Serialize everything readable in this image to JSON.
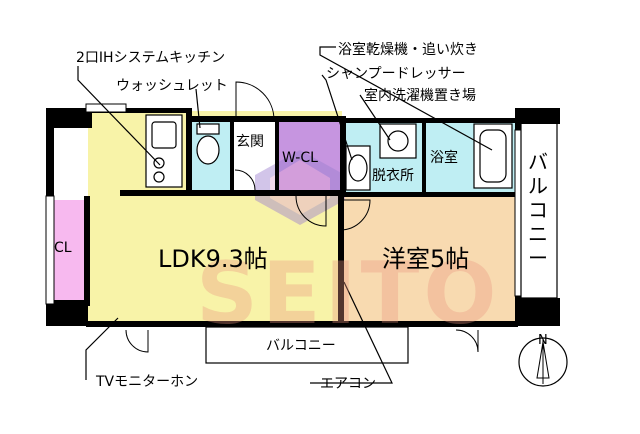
{
  "callouts": {
    "kitchen": "2口IHシステムキッチン",
    "washlet": "ウォッシュレット",
    "bath_dryer": "浴室乾燥機・追い炊き",
    "shampoo_dresser": "シャンプードレッサー",
    "indoor_laundry": "室内洗濯機置き場",
    "tv_monitor": "TVモニターホン",
    "aircon": "エアコン"
  },
  "rooms": {
    "ldk": "LDK9.3帖",
    "western": "洋室5帖",
    "entrance": "玄関",
    "wcl": "W-CL",
    "dressing": "脱衣所",
    "bath": "浴室",
    "cl": "CL",
    "balcony_bottom": "バルコニー",
    "balcony_right": [
      "バ",
      "ル",
      "コ",
      "ニ",
      "ー"
    ]
  },
  "watermark": "SEITO",
  "compass": {
    "north": "N"
  },
  "colors": {
    "ldk": "#f8f3a8",
    "western": "#f8dab0",
    "wet_area": "#bfeef3",
    "closet_purple": "#c695e0",
    "closet_pink": "#f7b9ef",
    "wall": "#000000",
    "watermark": "#eb9682"
  }
}
